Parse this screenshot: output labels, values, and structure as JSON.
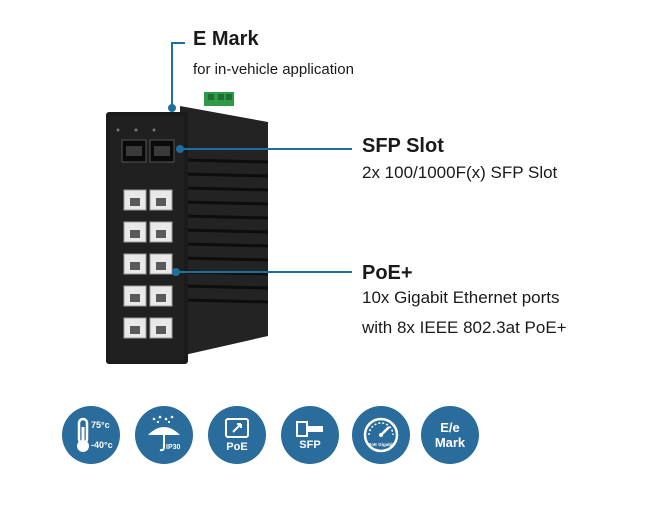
{
  "callouts": {
    "emark": {
      "title": "E Mark",
      "desc": "for in-vehicle application"
    },
    "sfp": {
      "title": "SFP Slot",
      "desc": "2x 100/1000F(x) SFP Slot"
    },
    "poe": {
      "title": "PoE+",
      "desc_1": "10x Gigabit Ethernet ports",
      "desc_2": "with 8x IEEE 802.3at PoE+"
    }
  },
  "features": {
    "temp": {
      "hi": "75°c",
      "lo": "-40°c",
      "icon": "thermometer-icon"
    },
    "ip": {
      "label": "IP30",
      "icon": "umbrella-icon"
    },
    "poe": {
      "label": "PoE",
      "icon": "poe-icon"
    },
    "sfp": {
      "label": "SFP",
      "icon": "sfp-icon"
    },
    "gigabit": {
      "label": "PoE Gigabit",
      "icon": "gauge-icon"
    },
    "emark": {
      "label_1": "E/e",
      "label_2": "Mark"
    }
  },
  "colors": {
    "accent": "#2a6c9c",
    "line": "#1d6f9f",
    "device": "#1c1c1c",
    "terminal": "#2f9a46"
  }
}
